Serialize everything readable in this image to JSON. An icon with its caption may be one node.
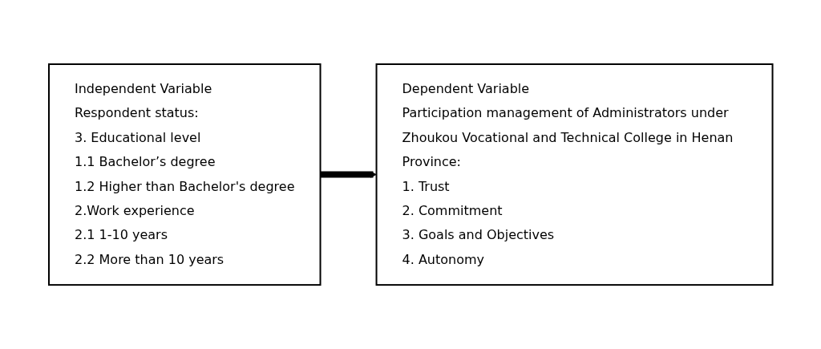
{
  "diagram": {
    "nodes": [
      {
        "text": [
          "Independent Variable",
          "Respondent status:",
          "3. Educational level",
          "1.1 Bachelor’s degree",
          "1.2 Higher than Bachelor's degree",
          "2.Work experience",
          "2.1 1-10 years",
          "2.2 More than 10 years"
        ]
      },
      {
        "text": [
          "Dependent Variable",
          "Participation management of Administrators under Zhoukou Vocational and Technical College in Henan Province:",
          "1. Trust",
          "2. Commitment",
          "3. Goals and Objectives",
          "4. Autonomy"
        ]
      }
    ],
    "edges": [
      {
        "from": 0,
        "to": 1,
        "arrow": "to"
      }
    ]
  }
}
